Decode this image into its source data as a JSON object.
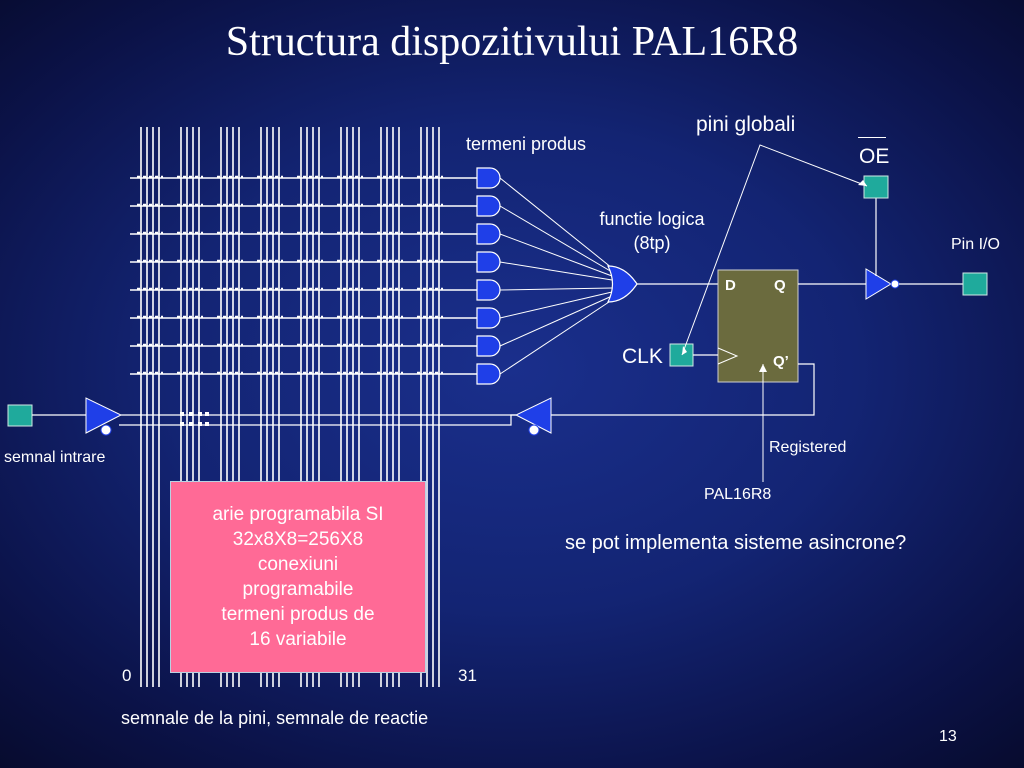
{
  "title": "Structura dispozitivului PAL16R8",
  "labels": {
    "termeni_produs": "termeni produs",
    "pini_globali": "pini globali",
    "oe": "OE",
    "functie_logica": "functie logica (8tp)",
    "pin_io": "Pin I/O",
    "clk": "CLK",
    "d": "D",
    "q": "Q",
    "q_neg": "Q’",
    "registered": "Registered",
    "pal16r8": "PAL16R8",
    "semnal_intrare": "semnal intrare",
    "question": "se pot implementa sisteme asincrone?",
    "col_first": "0",
    "col_last": "31",
    "semnale_pini": "semnale de la pini, semnale de reactie",
    "page_number": "13"
  },
  "array_box": {
    "text": "arie programabila SI\n32x8X8=256X8\nconexiuni\nprogramabile\ntermeni produs de\n16 variabile"
  },
  "colors": {
    "background": "#132473",
    "wire": "#ffffff",
    "gate": "#1f3fe8",
    "pin": "#1faa9c",
    "flipflop": "#6b6b3e",
    "array_box": "#ff6a96"
  },
  "icons": {
    "input_buffer": "triangle-buffer-icon",
    "output_buffer": "tristate-inverter-icon",
    "and_gate": "and-gate-icon",
    "or_gate": "or-gate-icon",
    "pin": "square-pin-icon"
  }
}
